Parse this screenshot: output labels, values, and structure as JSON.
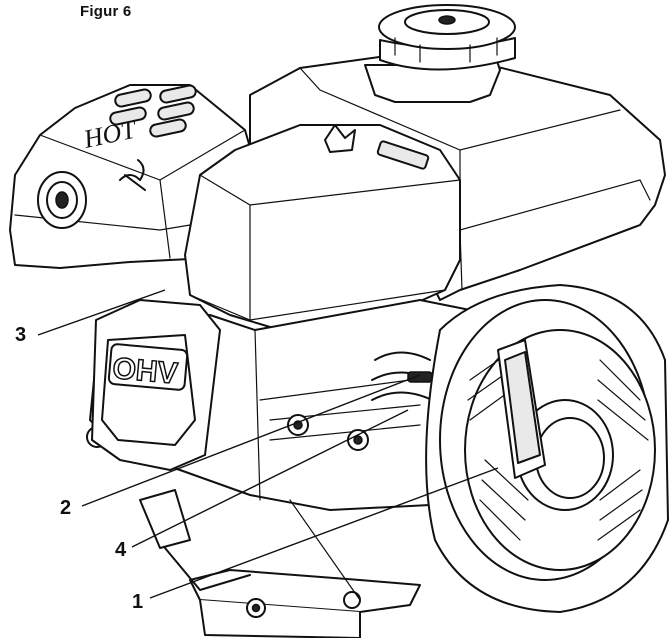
{
  "figure": {
    "title": "Figur   6"
  },
  "engine": {
    "valve_cover_text": "OHV",
    "heat_shield_text": "HOT"
  },
  "callouts": [
    {
      "id": "1",
      "label": "1"
    },
    {
      "id": "2",
      "label": "2"
    },
    {
      "id": "3",
      "label": "3"
    },
    {
      "id": "4",
      "label": "4"
    }
  ]
}
